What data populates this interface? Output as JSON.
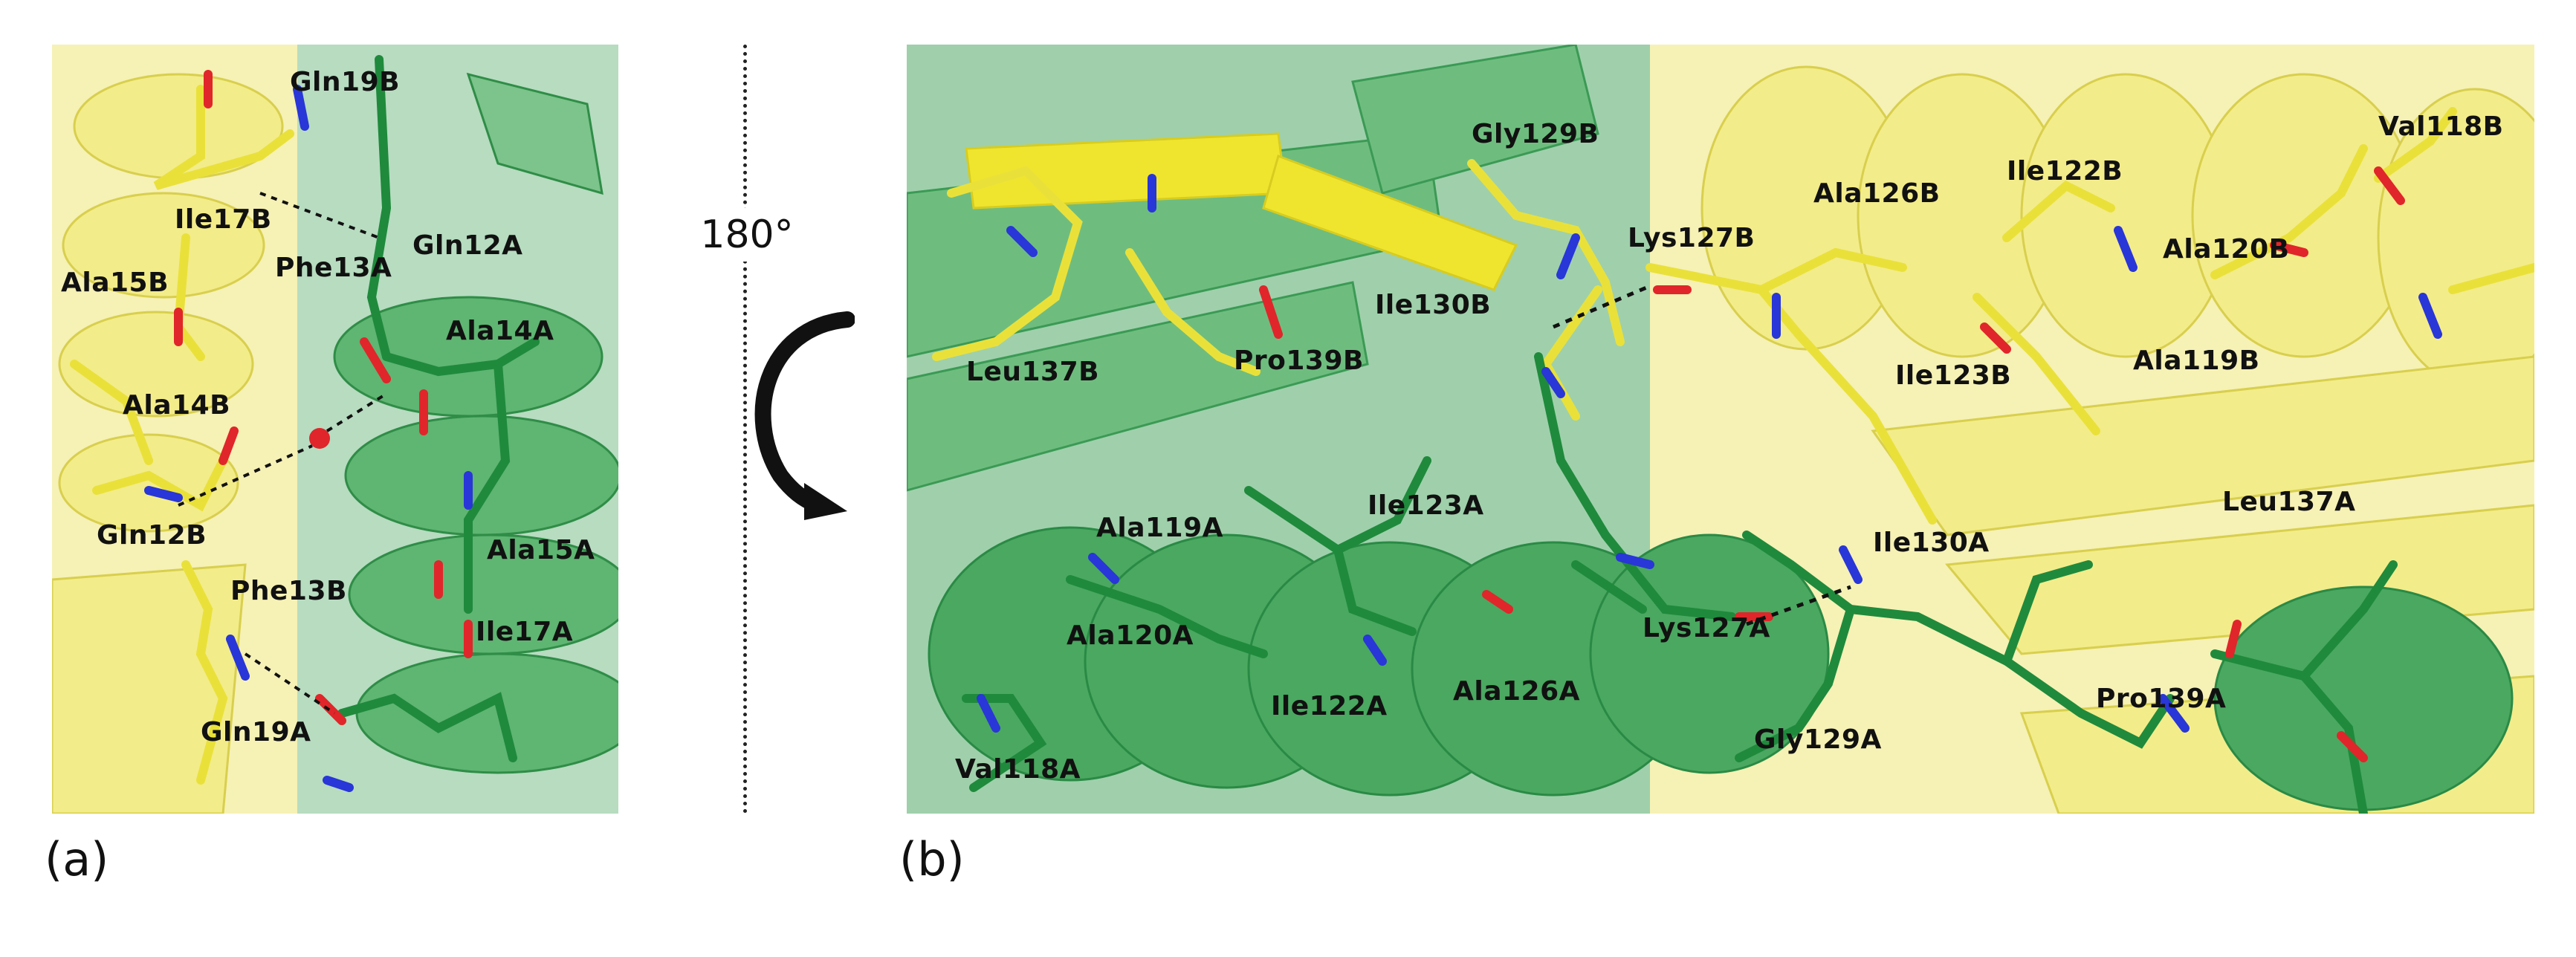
{
  "figure": {
    "rotation_label": "180°",
    "panel_a": {
      "letter": "(a)",
      "labels": [
        "Gln19B",
        "Ile17B",
        "Phe13A",
        "Gln12A",
        "Ala15B",
        "Ala14A",
        "Ala14B",
        "Gln12B",
        "Phe13B",
        "Ala15A",
        "Ile17A",
        "Gln19A"
      ]
    },
    "panel_b": {
      "letter": "(b)",
      "labels": [
        "Gly129B",
        "Val118B",
        "Ile122B",
        "Ala126B",
        "Lys127B",
        "Ala120B",
        "Ile130B",
        "Leu137B",
        "Pro139B",
        "Ile123B",
        "Ala119B",
        "Ile123A",
        "Ala119A",
        "Leu137A",
        "Ile130A",
        "Ala120A",
        "Lys127A",
        "Ile122A",
        "Ala126A",
        "Pro139A",
        "Gly129A",
        "Val118A"
      ]
    },
    "colors": {
      "chain_A": "#1f8a3c",
      "chain_A_light": "#7cc48b",
      "chain_B": "#f2ea3a",
      "chain_B_light": "#f4ef98",
      "oxygen": "#e0262a",
      "nitrogen": "#2936d8"
    },
    "icons": [
      "rotate-arrow-icon"
    ]
  }
}
